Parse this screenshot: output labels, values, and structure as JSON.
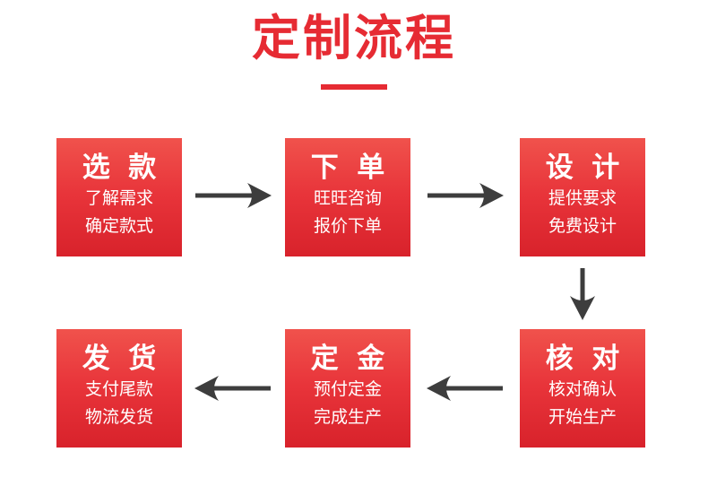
{
  "header": {
    "title": "定制流程"
  },
  "colors": {
    "title_red": "#e62b33",
    "box_gradient_top": "#f0524c",
    "box_gradient_mid": "#e8343a",
    "box_gradient_bottom": "#d8222b",
    "box_text": "#ffffff",
    "arrow": "#3d3d3d",
    "background": "#ffffff"
  },
  "steps": [
    {
      "title": "选 款",
      "line1": "了解需求",
      "line2": "确定款式"
    },
    {
      "title": "下 单",
      "line1": "旺旺咨询",
      "line2": "报价下单"
    },
    {
      "title": "设 计",
      "line1": "提供要求",
      "line2": "免费设计"
    },
    {
      "title": "核 对",
      "line1": "核对确认",
      "line2": "开始生产"
    },
    {
      "title": "定 金",
      "line1": "预付定金",
      "line2": "完成生产"
    },
    {
      "title": "发 货",
      "line1": "支付尾款",
      "line2": "物流发货"
    }
  ]
}
